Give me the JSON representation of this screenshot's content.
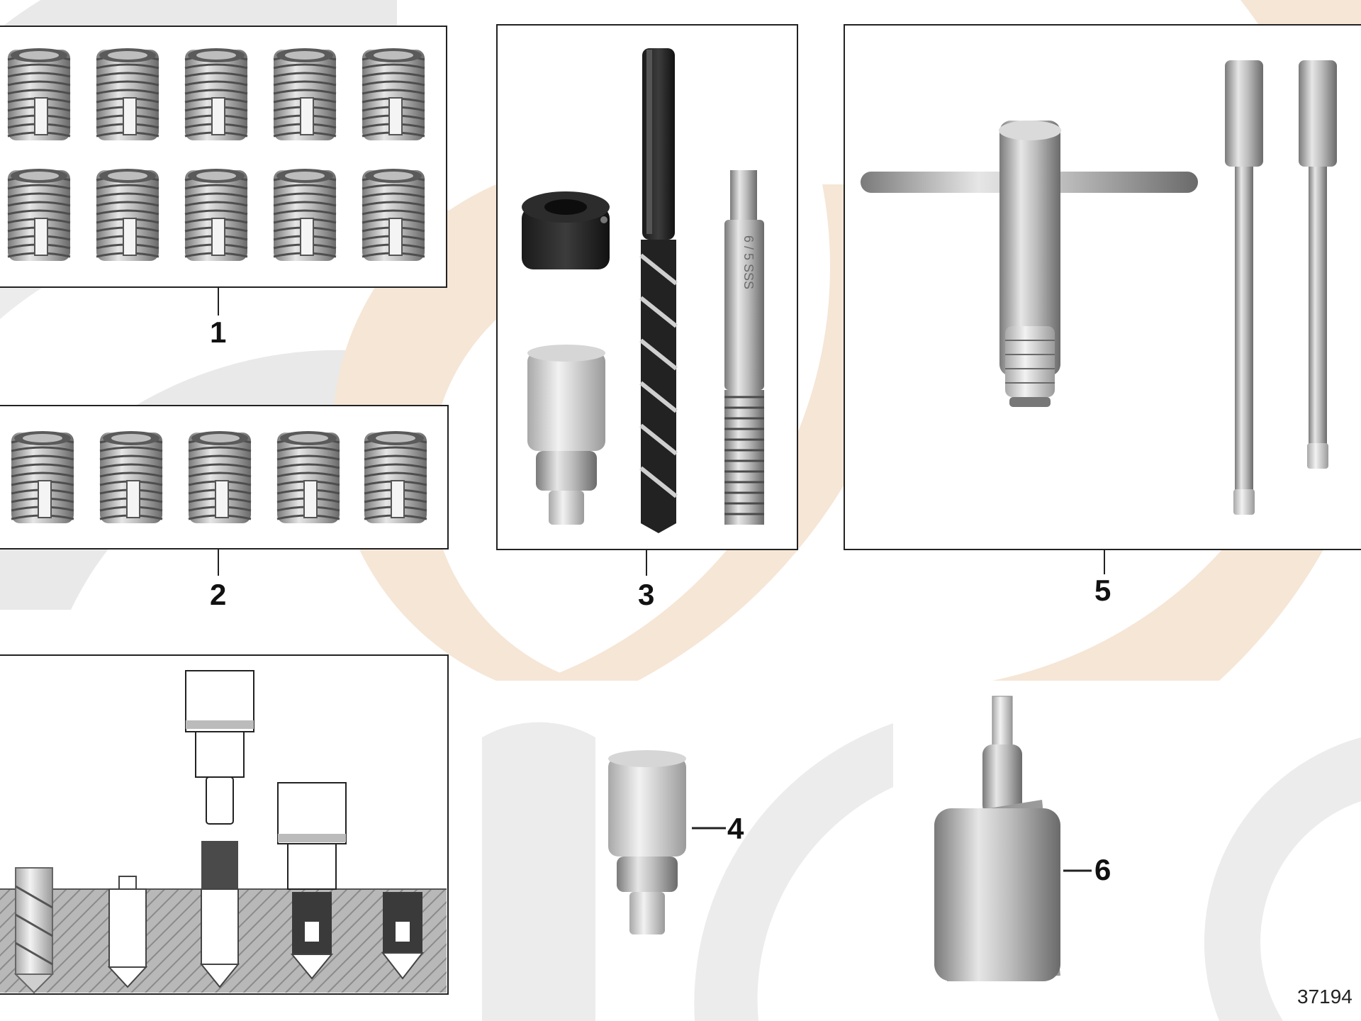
{
  "callouts": {
    "one": "1",
    "two": "2",
    "three": "3",
    "four": "4",
    "five": "5",
    "six": "6"
  },
  "tap_marking": "6 / 5\nSSS",
  "figure_id": "37194",
  "colors": {
    "watermark_gray": "#e7e7e7",
    "watermark_peach": "#f6e6d6",
    "frame": "#222222",
    "metal_light": "#d9d9d9",
    "metal_dark": "#6e6e6e",
    "hatch": "#8a8a8a"
  },
  "icons": {
    "inserts": "thread-insert-icon",
    "drill": "twist-drill-icon",
    "tap": "tap-icon",
    "stop_collar": "stop-collar-icon",
    "socket": "socket-bit-icon",
    "wrench": "tap-wrench-icon",
    "extension": "extension-bar-icon",
    "bottle": "adhesive-bottle-icon"
  }
}
